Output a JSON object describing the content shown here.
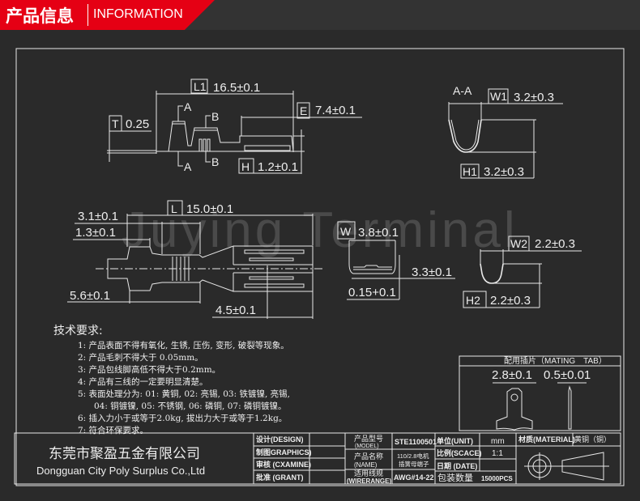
{
  "header": {
    "title_cn": "产品信息",
    "title_en": "INFORMATION",
    "accent_color": "#e50014"
  },
  "watermark": "Juying  Terminal",
  "drawing": {
    "top_view": {
      "L1_label": "L1",
      "L1_value": "16.5±0.1",
      "T_label": "T",
      "T_value": "0.25",
      "E_label": "E",
      "E_value": "7.4±0.1",
      "H_label": "H",
      "H_value": "1.2±0.1",
      "section_a": "A",
      "section_b": "B"
    },
    "plan_view": {
      "L_label": "L",
      "L_value": "15.0±0.1",
      "dim_3_1": "3.1±0.1",
      "dim_1_3": "1.3±0.1",
      "dim_5_6": "5.6±0.1",
      "dim_4_5": "4.5±0.1"
    },
    "section_aa": {
      "title": "A-A",
      "W1_label": "W1",
      "W1_value": "3.2±0.3",
      "H1_label": "H1",
      "H1_value": "3.2±0.3"
    },
    "front_view": {
      "W_label": "W",
      "W_value": "3.8±0.1",
      "dim_3_3": "3.3±0.1",
      "dim_0_15": "0.15+0.1"
    },
    "section_2": {
      "W2_label": "W2",
      "W2_value": "2.2±0.3",
      "H2_label": "H2",
      "H2_value": "2.2±0.3"
    }
  },
  "requirements": {
    "title": "技术要求:",
    "items": [
      "1: 产品表面不得有氧化, 生锈, 压伤, 变形, 破裂等现象。",
      "2: 产品毛刺不得大于 0.05mm。",
      "3: 产品包线脚高低不得大于0.2mm。",
      "4: 产品有三线的一定要明显清楚。",
      "5: 表面处理分为: 01: 黄铜, 02: 亮锡, 03: 铁镀镍, 亮锡,",
      "04: 铜镀镍, 05: 不锈钢, 06: 磷铜, 07: 磷铜镀镍。",
      "6: 插入力小于或等于2.0kg, 拔出力大于或等于1.2kg。",
      "7: 符合环保要求。"
    ]
  },
  "mating_tab": {
    "title": "配用插片（MATING　TAB）",
    "width": "2.8±0.1",
    "thickness": "0.5±0.01"
  },
  "title_block": {
    "company_cn": "东莞市聚盈五金有限公司",
    "company_en": "Dongguan City Poly Surplus Co.,Ltd",
    "design": "设计(DESIGN)",
    "graphics": "制图GRAPHICS)",
    "examine": "审核 (CXAMINE)",
    "grant": "批准 (GRANT)",
    "model_label_cn": "产品型号",
    "model_label_en": "(MODEL)",
    "model_value": "STE1100501",
    "name_label_cn": "产品名称",
    "name_label_en": "(NAME)",
    "name_value_1": "110/2.8电机",
    "name_value_2": "插簧母端子",
    "wire_label_cn": "适用线规",
    "wire_label_en": "(WIRERANGE)",
    "wire_value": "AWG#14-22",
    "unit_label": "单位(UNIT)",
    "unit_value": "mm",
    "scale_label": "比例(SCACE)",
    "scale_value": "1:1",
    "date_label": "日期 (DATE)",
    "date_value": "",
    "pack_label": "包装数量",
    "pack_value": "15000PCS",
    "material_label": "材质(MATERIAL)",
    "material_value": "黄铜（铜）"
  }
}
